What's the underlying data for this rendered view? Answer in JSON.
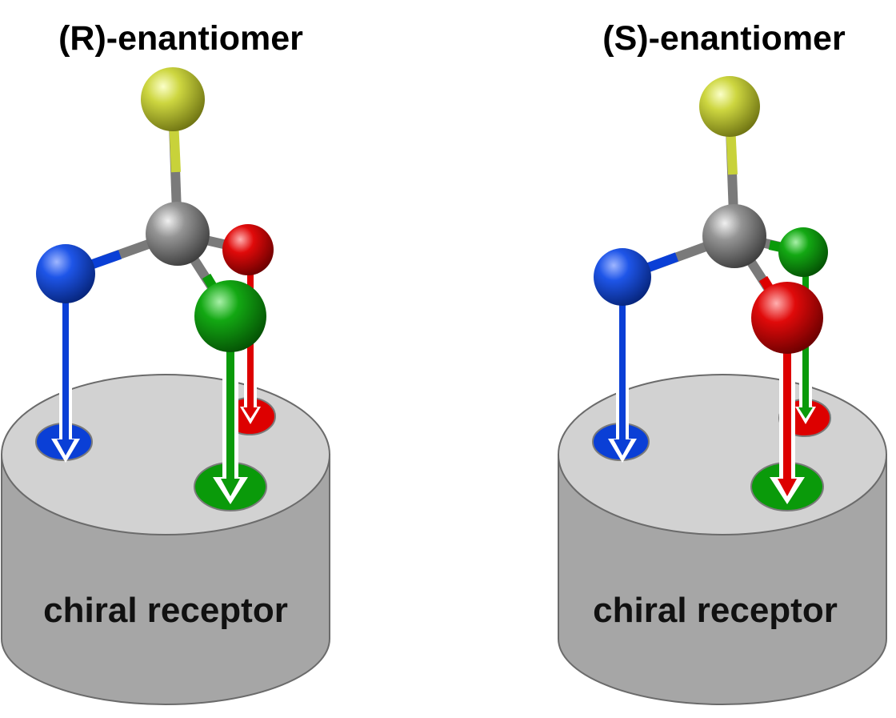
{
  "panels": [
    {
      "id": "r",
      "title": "(R)-enantiomer",
      "receptor_label": "chiral receptor",
      "front_site_color": "green",
      "front_arrow_color": "green",
      "back_site_color": "red",
      "back_arrow_color": "red"
    },
    {
      "id": "s",
      "title": "(S)-enantiomer",
      "receptor_label": "chiral receptor",
      "front_site_color": "green",
      "front_arrow_color": "red",
      "back_site_color": "red",
      "back_arrow_color": "green"
    }
  ],
  "colors": {
    "blue": "#0a3fd6",
    "green": "#0a9a0a",
    "red": "#dd0000",
    "yellow": "#c8d23a",
    "carbon": "#8c8c8c",
    "cylinder_top": "#d2d2d2",
    "cylinder_side": "#a6a6a6"
  }
}
